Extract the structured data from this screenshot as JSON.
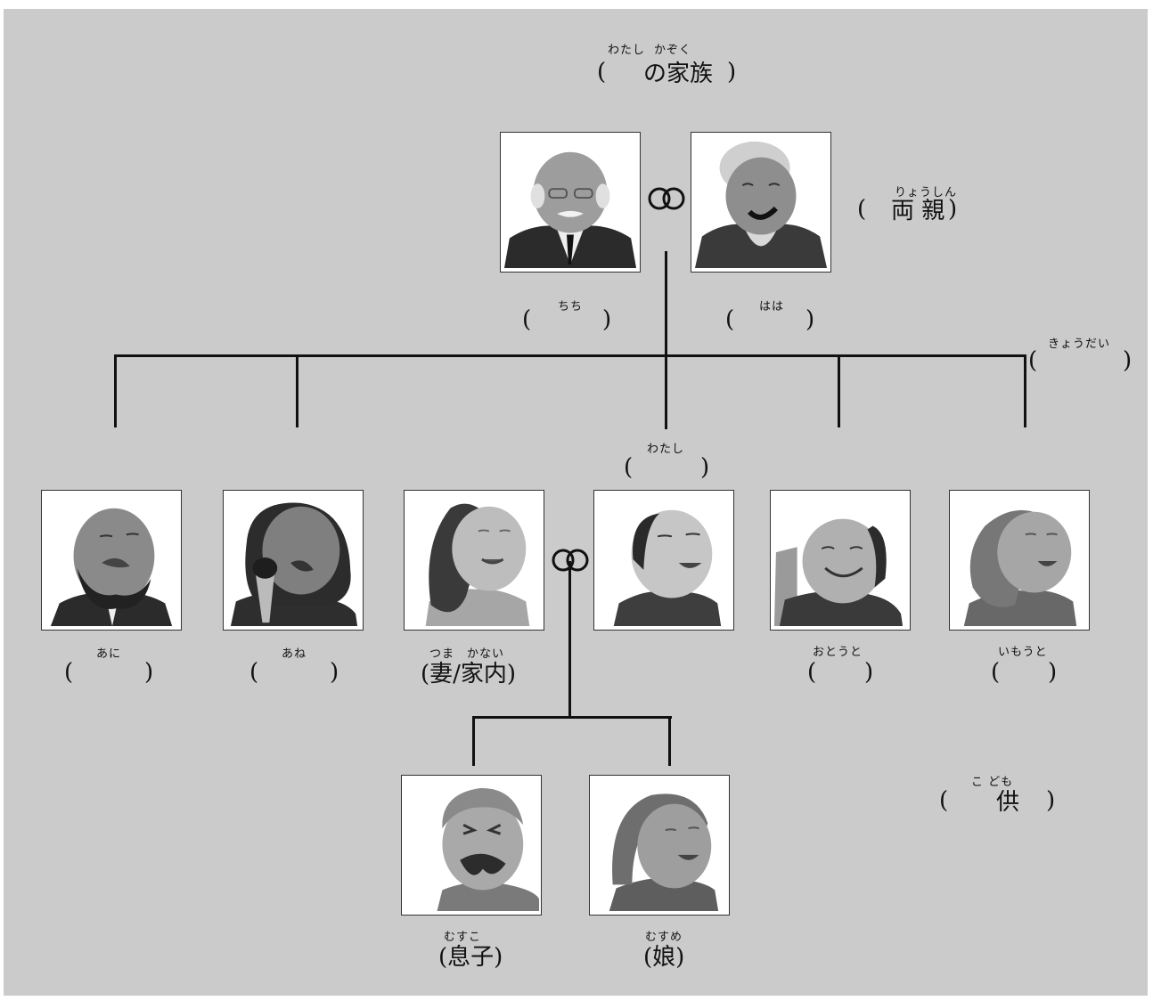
{
  "title": {
    "ruby_watashi": "わたし",
    "ruby_kazoku": "かぞく",
    "open": "(",
    "text": "の家族",
    "close": ")"
  },
  "parents_label": {
    "ruby": "りょうしん",
    "open": "(",
    "text": "両 親",
    "close": ")"
  },
  "siblings_label": {
    "ruby": "きょうだい",
    "open": "(",
    "close": ")"
  },
  "children_label": {
    "ruby": "こ ども",
    "open": "(",
    "text": "供",
    "close": ")"
  },
  "people": {
    "father": {
      "ruby": "ちち",
      "open": "(",
      "close": ")"
    },
    "mother": {
      "ruby": "はは",
      "open": "(",
      "close": ")"
    },
    "watashi": {
      "ruby": "わたし",
      "open": "(",
      "close": ")"
    },
    "older_brother": {
      "ruby": "あに",
      "open": "(",
      "close": ")"
    },
    "older_sister": {
      "ruby": "あね",
      "open": "(",
      "close": ")"
    },
    "wife": {
      "ruby": "つま　かない",
      "text": "(妻/家内)"
    },
    "younger_brother": {
      "ruby": "おとうと",
      "open": "(",
      "close": ")"
    },
    "younger_sister": {
      "ruby": "いもうと",
      "open": "(",
      "close": ")"
    },
    "son": {
      "ruby": "むすこ",
      "text": "(息子)"
    },
    "daughter": {
      "ruby": "むすめ",
      "text": "(娘)"
    }
  },
  "icons": {
    "marriage": "wedding-rings-icon"
  }
}
